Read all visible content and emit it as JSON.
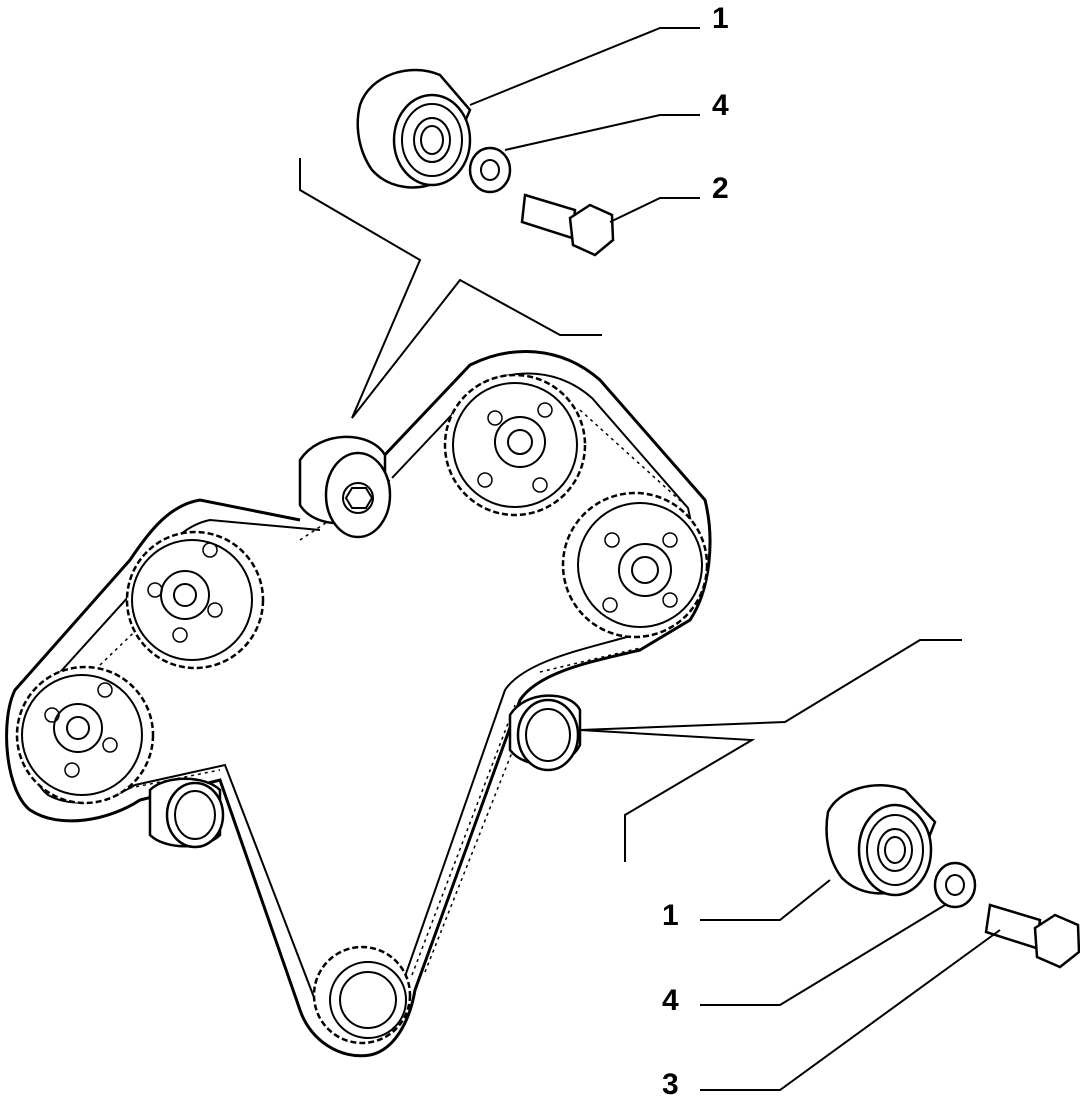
{
  "callouts": {
    "top_roller": "1",
    "top_washer": "4",
    "top_bolt": "2",
    "bottom_roller": "1",
    "bottom_washer": "4",
    "bottom_bolt": "3"
  },
  "colors": {
    "ink": "#000000",
    "paper": "#ffffff"
  }
}
